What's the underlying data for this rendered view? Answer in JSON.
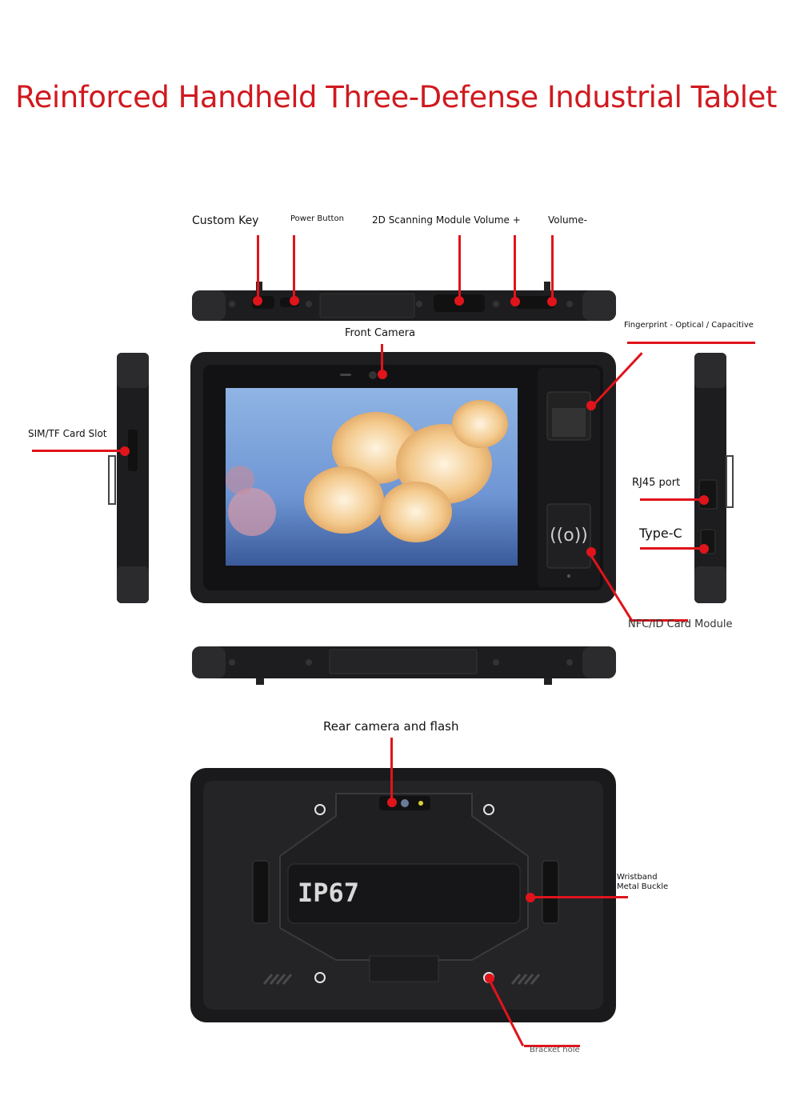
{
  "title": "Reinforced Handheld Three-Defense Industrial Tablet",
  "labels": {
    "custom_key": "Custom Key",
    "power_button": "Power Button",
    "scanning_volume_plus": "2D Scanning Module Volume +",
    "volume_minus": "Volume-",
    "front_camera": "Front Camera",
    "fingerprint": "Fingerprint - Optical / Capacitive",
    "sim_tf": "SIM/TF Card Slot",
    "rj45": "RJ45 port",
    "type_c": "Type-C",
    "nfc": "NFC/ID Card Module",
    "rear_camera": "Rear camera and flash",
    "wristband": "Wristband Metal Buckle",
    "bracket": "Bracket hole"
  },
  "back_badge": "IP67",
  "colors": {
    "accent": "#e0141b",
    "device": "#1c1c1e",
    "title": "#d0191f"
  }
}
